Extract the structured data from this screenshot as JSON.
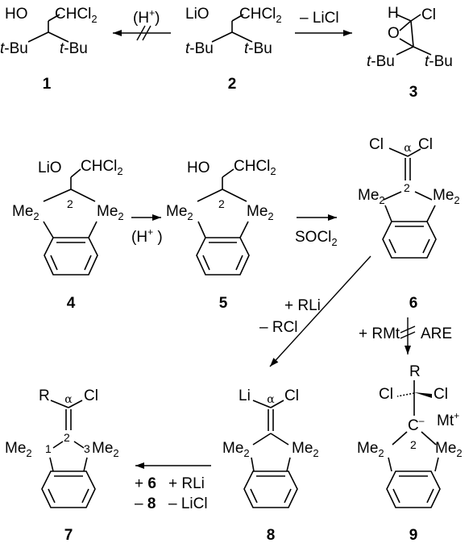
{
  "compounds": {
    "c1": {
      "number": "1",
      "oh": "HO",
      "chcl2": "CHCl",
      "chcl2_sub": "2",
      "tbu_left": "t",
      "tbu_left_rest": "-Bu",
      "tbu_right": "t",
      "tbu_right_rest": "-Bu"
    },
    "c2": {
      "number": "2",
      "olio": "LiO",
      "chcl2": "CHCl",
      "chcl2_sub": "2",
      "tbu_left": "t",
      "tbu_left_rest": "-Bu",
      "tbu_right": "t",
      "tbu_right_rest": "-Bu"
    },
    "c3": {
      "number": "3",
      "h": "H",
      "cl": "Cl",
      "o": "O",
      "tbu_left": "t",
      "tbu_left_rest": "-Bu",
      "tbu_right": "t",
      "tbu_right_rest": "-Bu"
    },
    "c4": {
      "number": "4",
      "lio": "LiO",
      "chcl2": "CHCl",
      "chcl2_sub": "2",
      "c_num": "2",
      "me": "Me",
      "me_sub": "2"
    },
    "c5": {
      "number": "5",
      "ho": "HO",
      "chcl2": "CHCl",
      "chcl2_sub": "2",
      "c_num": "2",
      "me": "Me",
      "me_sub": "2"
    },
    "c6": {
      "number": "6",
      "cl_left": "Cl",
      "cl_right": "Cl",
      "alpha": "α",
      "c_num": "2",
      "me": "Me",
      "me_sub": "2"
    },
    "c7": {
      "number": "7",
      "r": "R",
      "cl": "Cl",
      "alpha": "α",
      "c_num": "2",
      "c1_num": "1",
      "c3_num": "3",
      "me": "Me",
      "me_sub": "2"
    },
    "c8": {
      "number": "8",
      "li": "Li",
      "cl": "Cl",
      "alpha": "α",
      "me": "Me",
      "me_sub": "2"
    },
    "c9": {
      "number": "9",
      "r": "R",
      "cl_left": "Cl",
      "cl_right": "Cl",
      "carbanion": "C",
      "minus": "–",
      "mt": "Mt",
      "plus": "+",
      "c_num": "2",
      "me": "Me",
      "me_sub": "2"
    }
  },
  "arrows": {
    "a_2_to_1": {
      "reagent": "(H",
      "reagent_sup": "+",
      "reagent_close": ")"
    },
    "a_2_to_3": {
      "reagent": "– LiCl"
    },
    "a_4_to_5": {
      "reagent": "(H",
      "reagent_sup": "+",
      "reagent_close": " )"
    },
    "a_5_to_6": {
      "reagent": "SOCl",
      "reagent_sub": "2"
    },
    "a_6_to_8": {
      "reagent_top": "+ RLi",
      "reagent_bottom": "– RCl"
    },
    "a_6_to_9": {
      "reagent_left": "+ RMt",
      "reagent_right": "ARE"
    },
    "a_8_to_7": {
      "top_left": "+ ",
      "top_left_bold": "6",
      "top_right": "+ RLi",
      "bottom_left": "– ",
      "bottom_left_bold": "8",
      "bottom_right": "– LiCl"
    }
  }
}
